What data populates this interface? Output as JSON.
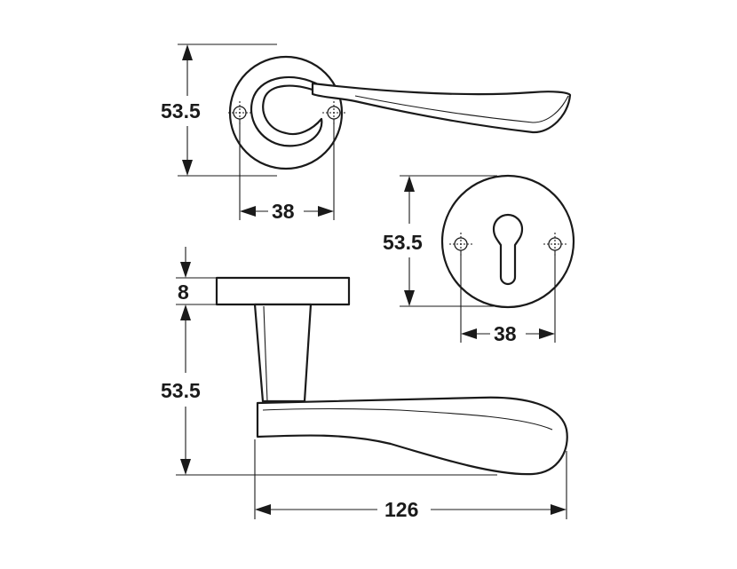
{
  "dimensions": {
    "lever_top_height": "53.5",
    "lever_top_hole_spacing": "38",
    "escutcheon_height": "53.5",
    "escutcheon_hole_spacing": "38",
    "rose_thickness": "8",
    "lever_projection": "53.5",
    "lever_length": "126"
  }
}
